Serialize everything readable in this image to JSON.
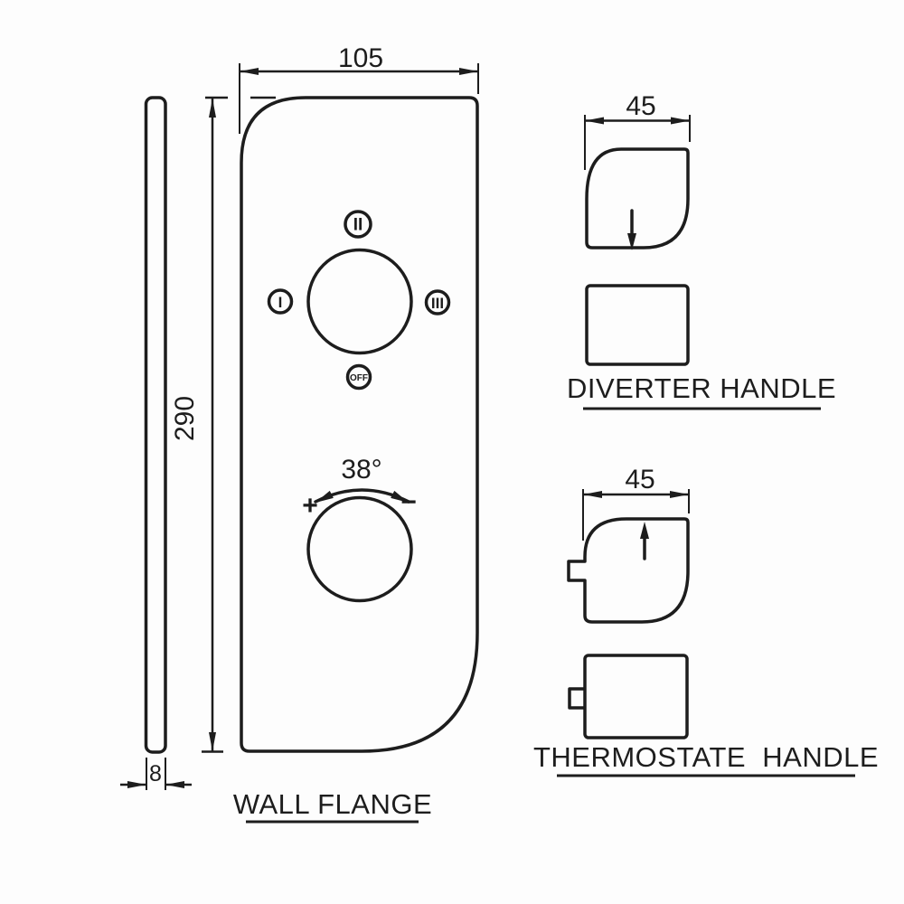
{
  "colors": {
    "line": "#1d1d1d",
    "background": "#fdfdfd"
  },
  "wall_flange": {
    "label": "WALL FLANGE",
    "width_dim": "105",
    "height_dim": "290",
    "thickness_dim": "8",
    "diverter_positions": {
      "left": "I",
      "top": "II",
      "right": "III",
      "off": "OFF"
    },
    "thermostat": {
      "angle": "38°",
      "plus": "+",
      "minus": "−"
    }
  },
  "diverter_handle": {
    "label": "DIVERTER HANDLE",
    "width_dim": "45"
  },
  "thermostate_handle": {
    "label": "THERMOSTATE  HANDLE",
    "width_dim": "45"
  }
}
